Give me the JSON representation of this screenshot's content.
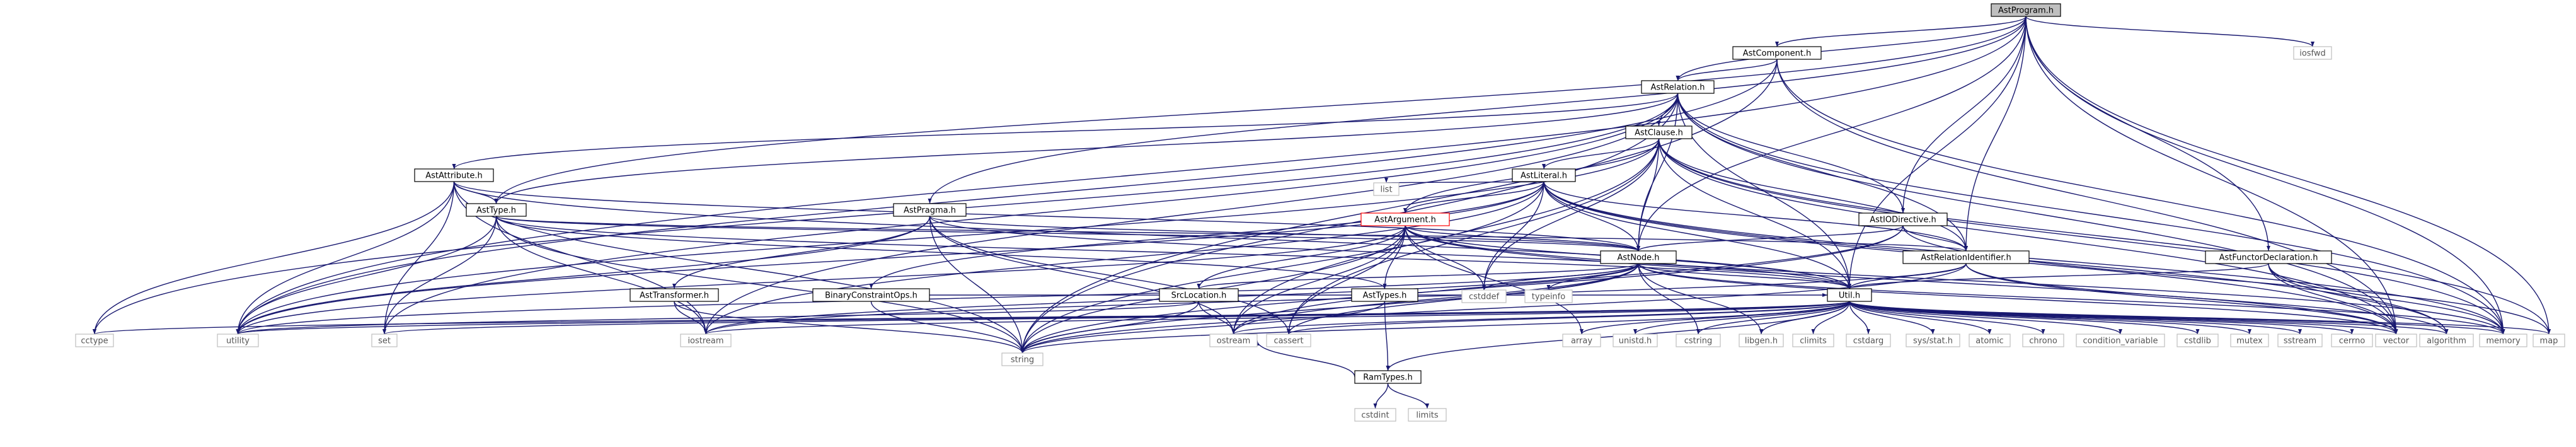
{
  "diagram": {
    "type": "include-dependency-graph",
    "colors": {
      "edge": "#191970",
      "root_fill": "#bfbfbf",
      "node_border": "#000000",
      "leaf_border": "#bfbfbf",
      "incomplete_border": "#ff0000",
      "background": "#ffffff"
    },
    "nodes": [
      {
        "id": "AstProgram",
        "label": "AstProgram.h",
        "kind": "root"
      },
      {
        "id": "AstComponent",
        "label": "AstComponent.h",
        "kind": "header"
      },
      {
        "id": "AstRelation",
        "label": "AstRelation.h",
        "kind": "header"
      },
      {
        "id": "AstClause",
        "label": "AstClause.h",
        "kind": "header"
      },
      {
        "id": "AstAttribute",
        "label": "AstAttribute.h",
        "kind": "header"
      },
      {
        "id": "AstLiteral",
        "label": "AstLiteral.h",
        "kind": "header"
      },
      {
        "id": "AstType",
        "label": "AstType.h",
        "kind": "header"
      },
      {
        "id": "AstPragma",
        "label": "AstPragma.h",
        "kind": "header"
      },
      {
        "id": "AstArgument",
        "label": "AstArgument.h",
        "kind": "header-incomplete"
      },
      {
        "id": "AstIODirective",
        "label": "AstIODirective.h",
        "kind": "header"
      },
      {
        "id": "AstNode",
        "label": "AstNode.h",
        "kind": "header"
      },
      {
        "id": "AstRelationIdentifier",
        "label": "AstRelationIdentifier.h",
        "kind": "header"
      },
      {
        "id": "AstFunctorDeclaration",
        "label": "AstFunctorDeclaration.h",
        "kind": "header"
      },
      {
        "id": "AstTransformer",
        "label": "AstTransformer.h",
        "kind": "header"
      },
      {
        "id": "BinaryConstraintOps",
        "label": "BinaryConstraintOps.h",
        "kind": "header"
      },
      {
        "id": "SrcLocation",
        "label": "SrcLocation.h",
        "kind": "header"
      },
      {
        "id": "AstTypes",
        "label": "AstTypes.h",
        "kind": "header"
      },
      {
        "id": "Util",
        "label": "Util.h",
        "kind": "header"
      },
      {
        "id": "RamTypes",
        "label": "RamTypes.h",
        "kind": "header"
      },
      {
        "id": "iosfwd",
        "label": "iosfwd",
        "kind": "system"
      },
      {
        "id": "list",
        "label": "list",
        "kind": "system"
      },
      {
        "id": "cstddef",
        "label": "cstddef",
        "kind": "system"
      },
      {
        "id": "typeinfo",
        "label": "typeinfo",
        "kind": "system"
      },
      {
        "id": "cctype",
        "label": "cctype",
        "kind": "system"
      },
      {
        "id": "utility",
        "label": "utility",
        "kind": "system"
      },
      {
        "id": "set",
        "label": "set",
        "kind": "system"
      },
      {
        "id": "iostream",
        "label": "iostream",
        "kind": "system"
      },
      {
        "id": "string",
        "label": "string",
        "kind": "system"
      },
      {
        "id": "ostream",
        "label": "ostream",
        "kind": "system"
      },
      {
        "id": "cassert",
        "label": "cassert",
        "kind": "system"
      },
      {
        "id": "cstdint",
        "label": "cstdint",
        "kind": "system"
      },
      {
        "id": "limits",
        "label": "limits",
        "kind": "system"
      },
      {
        "id": "array",
        "label": "array",
        "kind": "system"
      },
      {
        "id": "unistd",
        "label": "unistd.h",
        "kind": "system"
      },
      {
        "id": "cstring",
        "label": "cstring",
        "kind": "system"
      },
      {
        "id": "libgen",
        "label": "libgen.h",
        "kind": "system"
      },
      {
        "id": "climits",
        "label": "climits",
        "kind": "system"
      },
      {
        "id": "cstdarg",
        "label": "cstdarg",
        "kind": "system"
      },
      {
        "id": "sysstat",
        "label": "sys/stat.h",
        "kind": "system"
      },
      {
        "id": "atomic",
        "label": "atomic",
        "kind": "system"
      },
      {
        "id": "chrono",
        "label": "chrono",
        "kind": "system"
      },
      {
        "id": "condvar",
        "label": "condition_variable",
        "kind": "system"
      },
      {
        "id": "cstdlib",
        "label": "cstdlib",
        "kind": "system"
      },
      {
        "id": "mutex",
        "label": "mutex",
        "kind": "system"
      },
      {
        "id": "sstream",
        "label": "sstream",
        "kind": "system"
      },
      {
        "id": "cerrno",
        "label": "cerrno",
        "kind": "system"
      },
      {
        "id": "vector",
        "label": "vector",
        "kind": "system"
      },
      {
        "id": "algorithm",
        "label": "algorithm",
        "kind": "system"
      },
      {
        "id": "memory",
        "label": "memory",
        "kind": "system"
      },
      {
        "id": "map",
        "label": "map",
        "kind": "system"
      }
    ],
    "edges": [
      [
        "AstProgram",
        "AstComponent"
      ],
      [
        "AstProgram",
        "AstRelation"
      ],
      [
        "AstProgram",
        "AstType"
      ],
      [
        "AstProgram",
        "AstPragma"
      ],
      [
        "AstProgram",
        "AstIODirective"
      ],
      [
        "AstProgram",
        "AstNode"
      ],
      [
        "AstProgram",
        "AstRelationIdentifier"
      ],
      [
        "AstProgram",
        "AstFunctorDeclaration"
      ],
      [
        "AstProgram",
        "Util"
      ],
      [
        "AstProgram",
        "iosfwd"
      ],
      [
        "AstProgram",
        "utility"
      ],
      [
        "AstProgram",
        "vector"
      ],
      [
        "AstProgram",
        "memory"
      ],
      [
        "AstProgram",
        "map"
      ],
      [
        "AstComponent",
        "AstRelation"
      ],
      [
        "AstComponent",
        "vector"
      ],
      [
        "AstComponent",
        "memory"
      ],
      [
        "AstComponent",
        "string"
      ],
      [
        "AstComponent",
        "utility"
      ],
      [
        "AstRelation",
        "AstClause"
      ],
      [
        "AstRelation",
        "AstAttribute"
      ],
      [
        "AstRelation",
        "AstType"
      ],
      [
        "AstRelation",
        "AstIODirective"
      ],
      [
        "AstRelation",
        "AstNode"
      ],
      [
        "AstRelation",
        "AstRelationIdentifier"
      ],
      [
        "AstRelation",
        "Util"
      ],
      [
        "AstRelation",
        "cctype"
      ],
      [
        "AstRelation",
        "set"
      ],
      [
        "AstRelation",
        "iostream"
      ],
      [
        "AstRelation",
        "string"
      ],
      [
        "AstRelation",
        "vector"
      ],
      [
        "AstRelation",
        "memory"
      ],
      [
        "AstClause",
        "AstLiteral"
      ],
      [
        "AstClause",
        "AstArgument"
      ],
      [
        "AstClause",
        "AstNode"
      ],
      [
        "AstClause",
        "AstRelationIdentifier"
      ],
      [
        "AstClause",
        "Util"
      ],
      [
        "AstClause",
        "ostream"
      ],
      [
        "AstClause",
        "cassert"
      ],
      [
        "AstClause",
        "cstddef"
      ],
      [
        "AstClause",
        "utility"
      ],
      [
        "AstClause",
        "vector"
      ],
      [
        "AstClause",
        "memory"
      ],
      [
        "AstClause",
        "map"
      ],
      [
        "AstAttribute",
        "AstType"
      ],
      [
        "AstAttribute",
        "AstNode"
      ],
      [
        "AstAttribute",
        "cctype"
      ],
      [
        "AstAttribute",
        "utility"
      ],
      [
        "AstAttribute",
        "set"
      ],
      [
        "AstAttribute",
        "iostream"
      ],
      [
        "AstAttribute",
        "string"
      ],
      [
        "AstAttribute",
        "Util"
      ],
      [
        "AstLiteral",
        "AstArgument"
      ],
      [
        "AstLiteral",
        "AstNode"
      ],
      [
        "AstLiteral",
        "AstRelationIdentifier"
      ],
      [
        "AstLiteral",
        "BinaryConstraintOps"
      ],
      [
        "AstLiteral",
        "Util"
      ],
      [
        "AstLiteral",
        "list"
      ],
      [
        "AstLiteral",
        "cstddef"
      ],
      [
        "AstLiteral",
        "iostream"
      ],
      [
        "AstLiteral",
        "string"
      ],
      [
        "AstLiteral",
        "utility"
      ],
      [
        "AstLiteral",
        "vector"
      ],
      [
        "AstLiteral",
        "memory"
      ],
      [
        "AstLiteral",
        "algorithm"
      ],
      [
        "AstType",
        "AstNode"
      ],
      [
        "AstType",
        "AstRelationIdentifier"
      ],
      [
        "AstType",
        "AstTypes"
      ],
      [
        "AstType",
        "utility"
      ],
      [
        "AstType",
        "set"
      ],
      [
        "AstType",
        "iostream"
      ],
      [
        "AstType",
        "string"
      ],
      [
        "AstType",
        "Util"
      ],
      [
        "AstPragma",
        "AstNode"
      ],
      [
        "AstPragma",
        "AstTransformer"
      ],
      [
        "AstPragma",
        "utility"
      ],
      [
        "AstPragma",
        "string"
      ],
      [
        "AstPragma",
        "ostream"
      ],
      [
        "AstPragma",
        "cassert"
      ],
      [
        "AstPragma",
        "Util"
      ],
      [
        "AstArgument",
        "AstNode"
      ],
      [
        "AstArgument",
        "AstTypes"
      ],
      [
        "AstArgument",
        "SrcLocation"
      ],
      [
        "AstArgument",
        "Util"
      ],
      [
        "AstArgument",
        "array"
      ],
      [
        "AstArgument",
        "string"
      ],
      [
        "AstArgument",
        "ostream"
      ],
      [
        "AstArgument",
        "cassert"
      ],
      [
        "AstArgument",
        "cstddef"
      ],
      [
        "AstArgument",
        "utility"
      ],
      [
        "AstArgument",
        "vector"
      ],
      [
        "AstArgument",
        "memory"
      ],
      [
        "AstIODirective",
        "AstNode"
      ],
      [
        "AstIODirective",
        "AstRelationIdentifier"
      ],
      [
        "AstIODirective",
        "map"
      ],
      [
        "AstIODirective",
        "string"
      ],
      [
        "AstIODirective",
        "ostream"
      ],
      [
        "AstNode",
        "SrcLocation"
      ],
      [
        "AstNode",
        "Util"
      ],
      [
        "AstNode",
        "cassert"
      ],
      [
        "AstNode",
        "cstddef"
      ],
      [
        "AstNode",
        "typeinfo"
      ],
      [
        "AstNode",
        "ostream"
      ],
      [
        "AstNode",
        "string"
      ],
      [
        "AstNode",
        "vector"
      ],
      [
        "AstNode",
        "memory"
      ],
      [
        "AstNode",
        "iostream"
      ],
      [
        "AstNode",
        "utility"
      ],
      [
        "AstNode",
        "libgen"
      ],
      [
        "AstNode",
        "cstring"
      ],
      [
        "AstRelationIdentifier",
        "Util"
      ],
      [
        "AstRelationIdentifier",
        "string"
      ],
      [
        "AstRelationIdentifier",
        "vector"
      ],
      [
        "AstRelationIdentifier",
        "algorithm"
      ],
      [
        "AstRelationIdentifier",
        "iostream"
      ],
      [
        "AstFunctorDeclaration",
        "Util"
      ],
      [
        "AstFunctorDeclaration",
        "vector"
      ],
      [
        "AstFunctorDeclaration",
        "algorithm"
      ],
      [
        "AstFunctorDeclaration",
        "memory"
      ],
      [
        "AstTransformer",
        "iostream"
      ],
      [
        "AstTransformer",
        "string"
      ],
      [
        "BinaryConstraintOps",
        "string"
      ],
      [
        "BinaryConstraintOps",
        "Util"
      ],
      [
        "SrcLocation",
        "string"
      ],
      [
        "SrcLocation",
        "ostream"
      ],
      [
        "SrcLocation",
        "utility"
      ],
      [
        "AstTypes",
        "RamTypes"
      ],
      [
        "AstTypes",
        "string"
      ],
      [
        "RamTypes",
        "cstdint"
      ],
      [
        "RamTypes",
        "limits"
      ],
      [
        "RamTypes",
        "ostream"
      ],
      [
        "Util",
        "utility"
      ],
      [
        "Util",
        "cctype"
      ],
      [
        "Util",
        "set"
      ],
      [
        "Util",
        "iostream"
      ],
      [
        "Util",
        "string"
      ],
      [
        "Util",
        "ostream"
      ],
      [
        "Util",
        "cassert"
      ],
      [
        "Util",
        "array"
      ],
      [
        "Util",
        "unistd"
      ],
      [
        "Util",
        "cstring"
      ],
      [
        "Util",
        "libgen"
      ],
      [
        "Util",
        "climits"
      ],
      [
        "Util",
        "cstdarg"
      ],
      [
        "Util",
        "sysstat"
      ],
      [
        "Util",
        "atomic"
      ],
      [
        "Util",
        "chrono"
      ],
      [
        "Util",
        "condvar"
      ],
      [
        "Util",
        "cstdlib"
      ],
      [
        "Util",
        "mutex"
      ],
      [
        "Util",
        "sstream"
      ],
      [
        "Util",
        "cerrno"
      ],
      [
        "Util",
        "vector"
      ],
      [
        "Util",
        "algorithm"
      ],
      [
        "Util",
        "memory"
      ],
      [
        "Util",
        "map"
      ],
      [
        "Util",
        "RamTypes"
      ]
    ]
  }
}
